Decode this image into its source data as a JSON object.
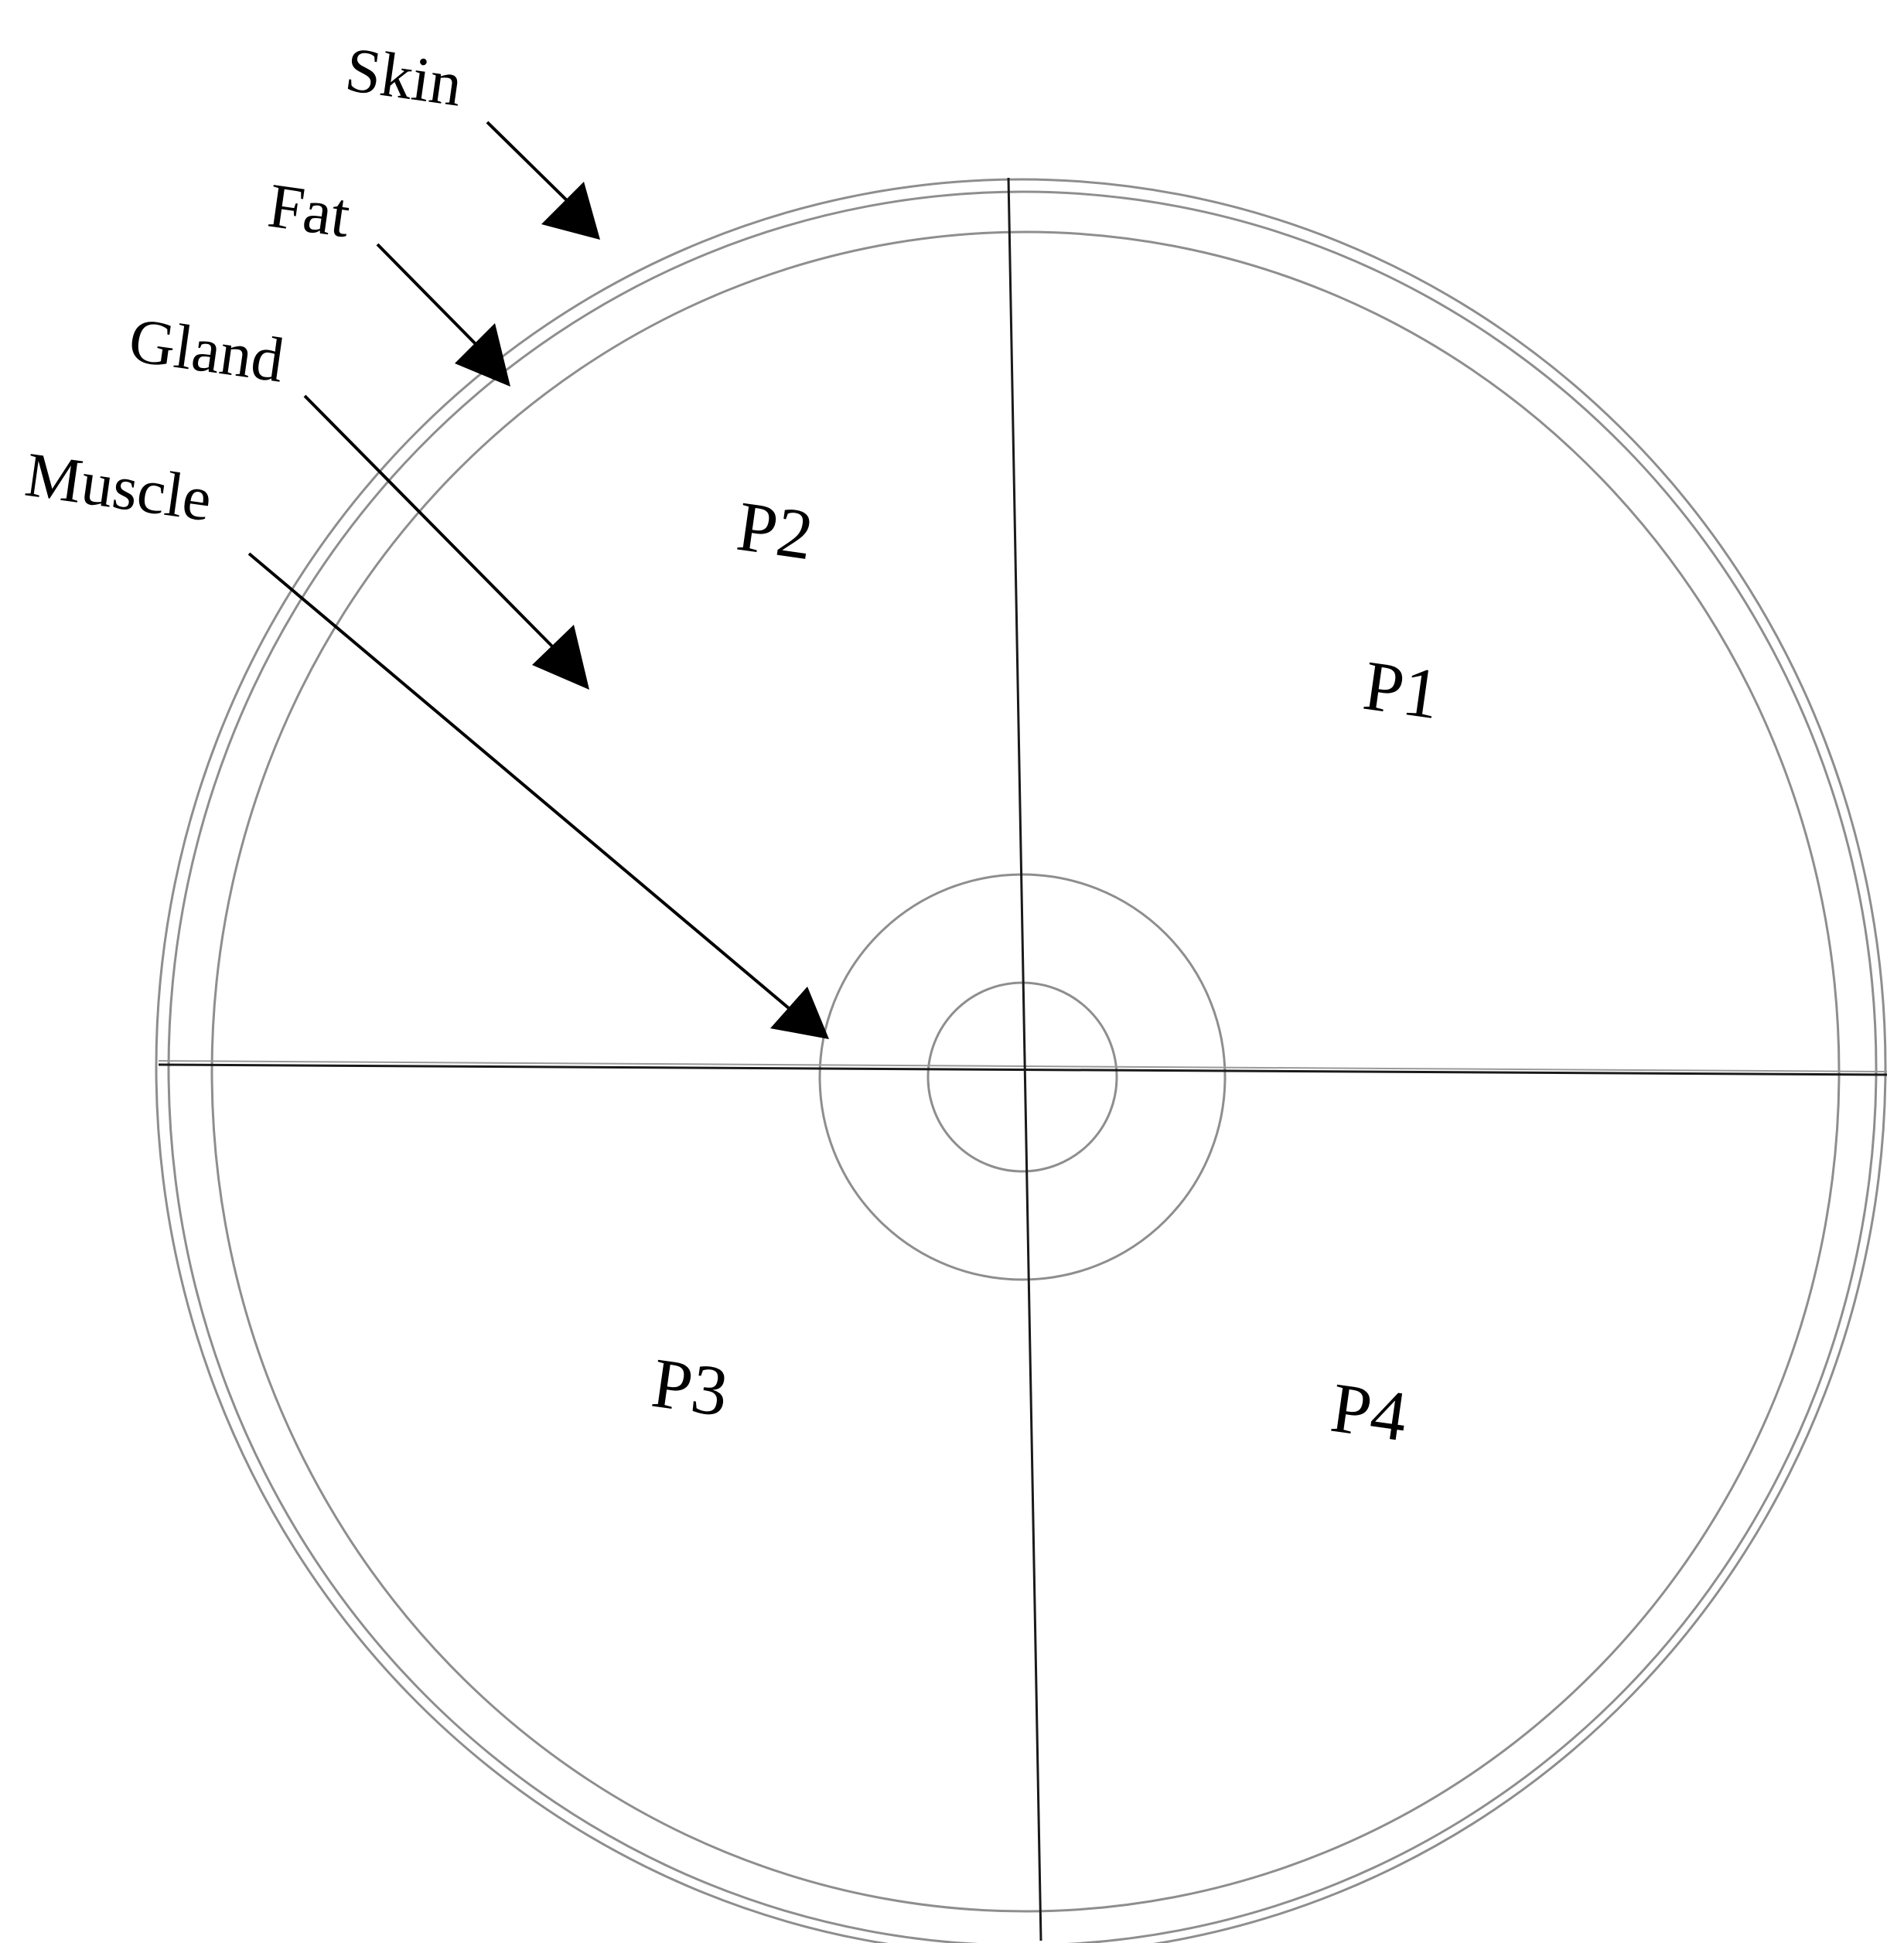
{
  "callouts": [
    {
      "id": "skin",
      "label": "Skin"
    },
    {
      "id": "fat",
      "label": "Fat"
    },
    {
      "id": "gland",
      "label": "Gland"
    },
    {
      "id": "muscle",
      "label": "Muscle"
    }
  ],
  "quadrants": [
    {
      "id": "p1",
      "label": "P1"
    },
    {
      "id": "p2",
      "label": "P2"
    },
    {
      "id": "p3",
      "label": "P3"
    },
    {
      "id": "p4",
      "label": "P4"
    }
  ]
}
